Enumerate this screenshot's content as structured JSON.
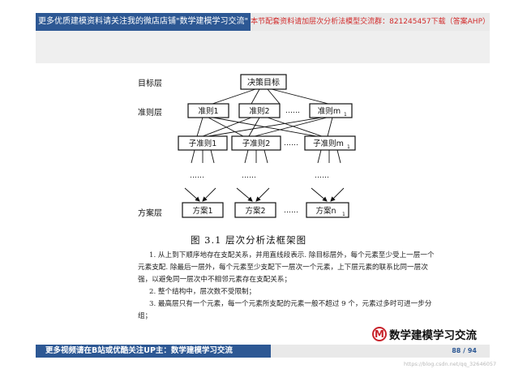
{
  "header": {
    "left_text": "更多优质建模资料请关注我的微店店铺\"数学建模学习交流\"",
    "right_text": "本节配套资料请加层次分析法模型交流群：821245457下载（答案AHP）"
  },
  "diagram": {
    "layers": {
      "goal": "目标层",
      "criteria": "准则层",
      "alternatives": "方案层"
    },
    "goal_node": "决策目标",
    "criteria_nodes": [
      "准则1",
      "准则2",
      "准则m"
    ],
    "subcriteria_nodes": [
      "子准则1",
      "子准则2",
      "子准则m"
    ],
    "alternative_nodes": [
      "方案1",
      "方案2",
      "方案n"
    ],
    "ellipsis": "……",
    "vertical_ellipsis": "⋮",
    "subscript_m": "1",
    "subscript_n": "1"
  },
  "figure": {
    "caption": "图 3.1   层次分析法框架图"
  },
  "body": {
    "paragraphs": [
      "1. 从上到下顺序地存在支配关系，并用直线段表示. 除目标层外，每个元素至少受上一层一个元素支配. 除最后一层外，每个元素至少支配下一层次一个元素，上下层元素的联系比同一层次强，以避免同一层次中不相邻元素存在支配关系；",
      "2. 整个结构中，层次数不受限制；",
      "3. 最高层只有一个元素，每一个元素所支配的元素一般不超过 9 个，元素过多时可进一步分组；"
    ]
  },
  "brand": {
    "logo_letter": "M",
    "name": "数学建模学习交流"
  },
  "footer": {
    "left_text": "更多视频请在B站或优酷关注UP主：数学建模学习交流",
    "page": "88 / 94"
  },
  "watermark": "https://blog.csdn.net/qq_32646057"
}
